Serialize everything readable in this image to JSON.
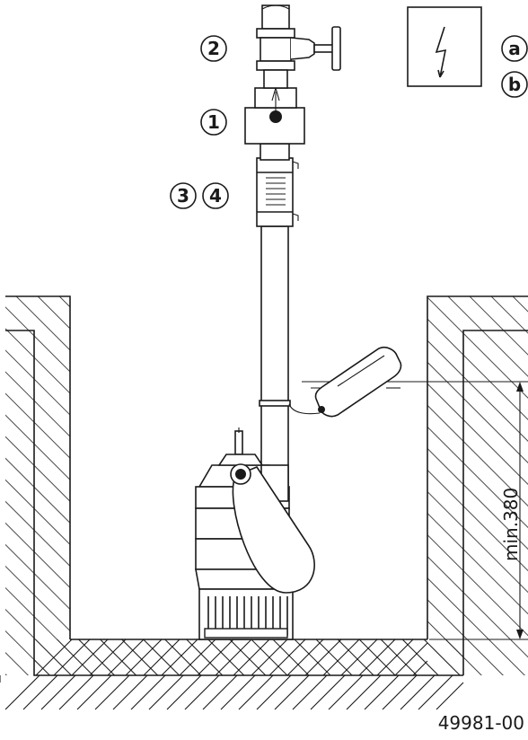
{
  "callouts": {
    "c1": "1",
    "c2": "2",
    "c3": "3",
    "c4": "4",
    "ca": "a",
    "cb": "b"
  },
  "dimension_label": "min.380",
  "figure_id": "49981-00",
  "icons": {
    "power": "lightning-bolt-icon"
  }
}
